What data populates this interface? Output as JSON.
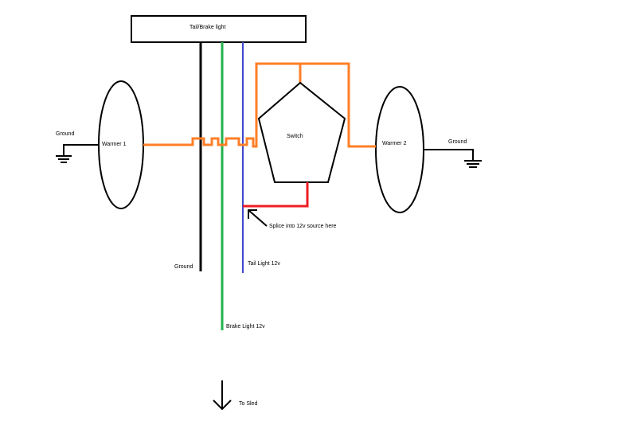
{
  "labels": {
    "light_box": "Tail/Brake light",
    "warmer1": "Warmer 1",
    "warmer2": "Warmer 2",
    "switch": "Switch",
    "ground_left": "Ground",
    "ground_right": "Ground",
    "ground_wire": "Ground",
    "tail_wire": "Tail Light 12v",
    "brake_wire": "Brake Light 12v",
    "splice": "Splice into 12v source here",
    "to_sled": "To Sled"
  },
  "colors": {
    "ground_wire": "#000000",
    "brake_wire": "#22b14c",
    "tail_wire": "#3f48cc",
    "warmer_wire": "#ff7f27",
    "splice_wire": "#ed1c24"
  }
}
